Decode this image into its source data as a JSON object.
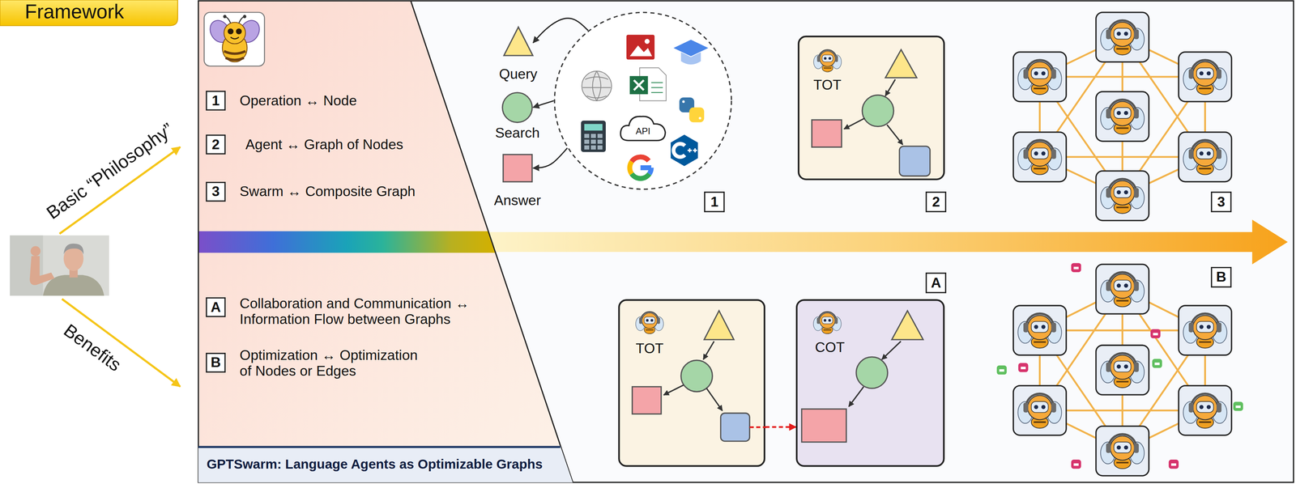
{
  "diagram": {
    "title": "Framework",
    "nodes": [
      {
        "text": [
          "1"
        ]
      },
      {
        "text": [
          "2"
        ]
      },
      {
        "text": [
          "3"
        ]
      },
      {
        "text": [
          "A"
        ]
      },
      {
        "text": [
          "B"
        ]
      },
      {
        "text": [
          "GPTSwarm: Language Agents as Optimizable Graphs"
        ]
      },
      {
        "text": [
          "Query"
        ]
      },
      {
        "text": [
          "Search"
        ]
      },
      {
        "text": [
          "Answer"
        ]
      },
      {
        "text": [
          "API"
        ]
      },
      {
        "text": [
          "1"
        ]
      },
      {
        "text": [
          "TOT"
        ]
      },
      {
        "text": [
          "2"
        ]
      },
      {
        "text": [
          "3"
        ]
      },
      {
        "text": [
          "TOT"
        ]
      },
      {
        "text": [
          "COT"
        ]
      },
      {
        "text": [
          "A"
        ]
      },
      {
        "text": [
          "B"
        ]
      }
    ],
    "edges": [
      {
        "from": 9,
        "to": 6,
        "arrow": "to"
      },
      {
        "from": 9,
        "to": 7,
        "arrow": "to"
      },
      {
        "from": 9,
        "to": 8,
        "arrow": "to"
      },
      {
        "from": 14,
        "to": 15,
        "arrow": "to"
      }
    ],
    "labels": [
      "Basic “Philosophy”",
      "Benefits",
      "Operation ↔ Node",
      "Agent ↔ Graph of Nodes",
      "Swarm ↔ Composite Graph",
      "Collaboration and Communication ↔ Information Flow between Graphs",
      "Optimization ↔ Optimization of Nodes or Edges"
    ]
  }
}
